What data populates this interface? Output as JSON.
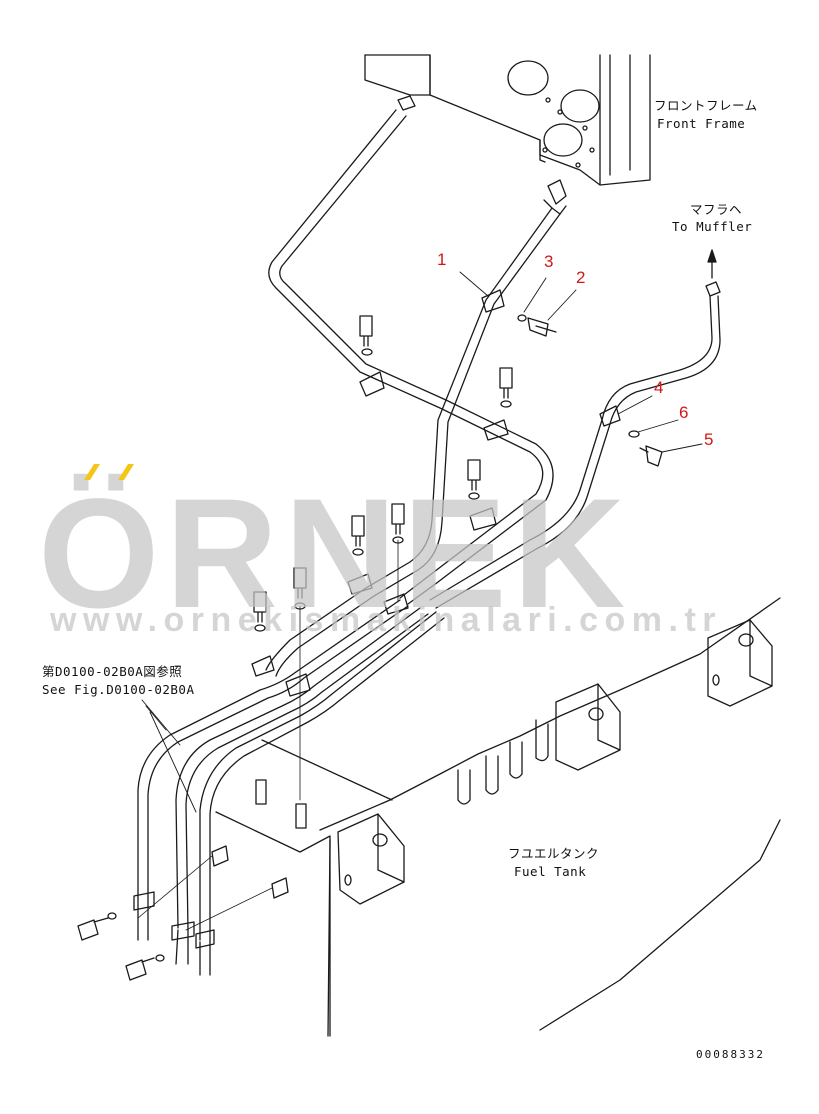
{
  "labels": {
    "front_frame_jp": "フロントフレーム",
    "front_frame_en": "Front Frame",
    "muffler_jp": "マフラヘ",
    "muffler_en": "To Muffler",
    "see_fig_jp": "第D0100-02B0A図参照",
    "see_fig_en": "See Fig.D0100-02B0A",
    "fuel_tank_jp": "フユエルタンク",
    "fuel_tank_en": "Fuel Tank"
  },
  "callouts": [
    "1",
    "3",
    "2",
    "4",
    "6",
    "5"
  ],
  "doc_id": "00088332",
  "watermark": {
    "brand": "ÖRNEK",
    "url": "www.ornekismakinalari.com.tr",
    "accent_color": "#f5c518",
    "text_color": "#c6c6c6"
  },
  "colors": {
    "line": "#1a1a1a",
    "callout": "#d01818"
  }
}
